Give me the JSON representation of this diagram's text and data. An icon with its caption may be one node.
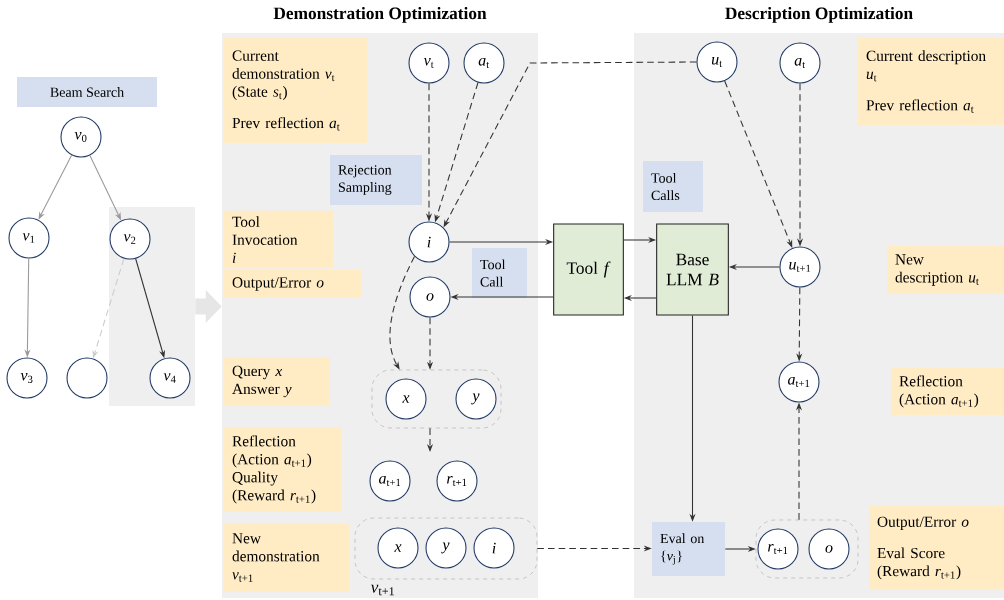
{
  "diagram": {
    "nodes": [
      {
        "text": [
          "Beam Search"
        ]
      },
      {
        "text": [
          "*v*$_{0}$"
        ]
      },
      {
        "text": [
          "*v*$_{1}$"
        ]
      },
      {
        "text": [],
        "shape": "box"
      },
      {
        "text": [
          "*v*$_{2}$"
        ],
        "in": 3
      },
      {
        "text": [
          "*v*$_{3}$"
        ]
      },
      {
        "text": [],
        "shape": "circle"
      },
      {
        "text": [
          "*v*$_{4}$"
        ],
        "in": 3
      },
      {
        "text": [
          "Demonstration Optimization"
        ]
      },
      {
        "text": [
          "Current demonstration *v*$_{t}$ (State *s*$_{t}$)",
          "Prev reflection *a*$_{t}$"
        ],
        "in": 8
      },
      {
        "text": [
          "*v*$_{t}$"
        ],
        "in": 8
      },
      {
        "text": [
          "*a*$_{t}$"
        ],
        "in": 8
      },
      {
        "text": [
          "Rejection Sampling"
        ],
        "in": 8
      },
      {
        "text": [
          "Tool Invocation *i*"
        ],
        "in": 8
      },
      {
        "text": [
          "*i*"
        ],
        "in": 8
      },
      {
        "text": [
          "Output/Error *o*"
        ],
        "in": 8
      },
      {
        "text": [
          "*o*"
        ],
        "in": 8
      },
      {
        "text": [
          "Tool Call"
        ],
        "in": 8
      },
      {
        "text": [
          "Query *x*",
          "Answer *y*"
        ],
        "in": 8
      },
      {
        "text": [],
        "shape": "capsule",
        "in": 8
      },
      {
        "text": [
          "*x*"
        ],
        "in": 19
      },
      {
        "text": [
          "*y*"
        ],
        "in": 19
      },
      {
        "text": [
          "Reflection (Action *a*$_{t+1}$)",
          "Quality (Reward *r*$_{t+1}$)"
        ],
        "in": 8
      },
      {
        "text": [
          "*a*$_{t+1}$"
        ],
        "in": 8
      },
      {
        "text": [
          "*r*$_{t+1}$"
        ],
        "in": 8
      },
      {
        "text": [
          "New demonstration *v*$_{t+1}$"
        ],
        "in": 8
      },
      {
        "text": [],
        "shape": "capsule",
        "in": 8,
        "beside": [
          "*v*$_{t+1}$"
        ]
      },
      {
        "text": [
          "*x*"
        ],
        "in": 26
      },
      {
        "text": [
          "*y*"
        ],
        "in": 26
      },
      {
        "text": [
          "*i*"
        ],
        "in": 26
      },
      {
        "text": [
          "Tool *f*"
        ]
      },
      {
        "text": [
          "Description Optimization"
        ]
      },
      {
        "text": [
          "*u*$_{t}$"
        ],
        "in": 31
      },
      {
        "text": [
          "*a*$_{t}$"
        ],
        "in": 31
      },
      {
        "text": [
          "Current description *u*$_{t}$",
          "Prev reflection *a*$_{t}$"
        ],
        "in": 31
      },
      {
        "text": [
          "Tool Calls"
        ],
        "in": 31
      },
      {
        "text": [
          "Base LLM *B*"
        ],
        "in": 31
      },
      {
        "text": [
          "*u*$_{t+1}$"
        ],
        "in": 31
      },
      {
        "text": [
          "New description *u*$_{t}$"
        ],
        "in": 31
      },
      {
        "text": [
          "*a*$_{t+1}$"
        ],
        "in": 31
      },
      {
        "text": [
          "Reflection (Action *a*$_{t+1}$)"
        ],
        "in": 31
      },
      {
        "text": [
          "Eval on {*v*$_{j}$}"
        ],
        "in": 31
      },
      {
        "text": [],
        "shape": "capsule",
        "in": 31
      },
      {
        "text": [
          "*r*$_{t+1}$"
        ],
        "in": 42
      },
      {
        "text": [
          "*o*"
        ],
        "in": 42
      },
      {
        "text": [
          "Output/Error *o*",
          "Eval Score (Reward *r*$_{t+1}$)"
        ],
        "in": 31
      }
    ],
    "edges": [
      {
        "from": 1,
        "to": 2,
        "arrow": "to",
        "color": "#999999"
      },
      {
        "from": 1,
        "to": 4,
        "arrow": "to",
        "color": "#999999"
      },
      {
        "from": 2,
        "to": 5,
        "arrow": "to",
        "color": "#999999"
      },
      {
        "from": 4,
        "to": 6,
        "arrow": "to",
        "style": "dashed",
        "color": "#cccccc"
      },
      {
        "from": 4,
        "to": 7,
        "arrow": "to"
      },
      {
        "from": 3,
        "to": 8,
        "arrow": "to",
        "style": "thick",
        "color": "#e6e6e6"
      },
      {
        "from": 10,
        "to": 14,
        "arrow": "to",
        "style": "dashed"
      },
      {
        "from": 11,
        "to": 14,
        "arrow": "to",
        "style": "dashed"
      },
      {
        "from": 32,
        "to": 14,
        "arrow": "to",
        "style": "dashed"
      },
      {
        "from": 14,
        "to": 30,
        "arrow": "to"
      },
      {
        "from": 30,
        "to": 16,
        "arrow": "to"
      },
      {
        "from": 30,
        "to": 36,
        "arrow": "to"
      },
      {
        "from": 36,
        "to": 30,
        "arrow": "to"
      },
      {
        "from": 37,
        "to": 36,
        "arrow": "to"
      },
      {
        "from": 14,
        "to": 19,
        "arrow": "to",
        "style": "dashed"
      },
      {
        "from": 16,
        "to": 19,
        "arrow": "to",
        "style": "dashed"
      },
      {
        "from": 19,
        "to": null,
        "arrow": "to",
        "style": "dashed"
      },
      {
        "from": 26,
        "to": 41,
        "arrow": "to",
        "style": "dashed"
      },
      {
        "from": 36,
        "to": 41,
        "arrow": "to"
      },
      {
        "from": 41,
        "to": 42,
        "arrow": "to"
      },
      {
        "from": 42,
        "to": 39,
        "arrow": "to",
        "style": "dashed"
      },
      {
        "from": 32,
        "to": 37,
        "arrow": "to",
        "style": "dashed"
      },
      {
        "from": 33,
        "to": 37,
        "arrow": "to",
        "style": "dashed"
      },
      {
        "from": 37,
        "to": 39,
        "arrow": "to",
        "style": "dashed"
      }
    ]
  }
}
